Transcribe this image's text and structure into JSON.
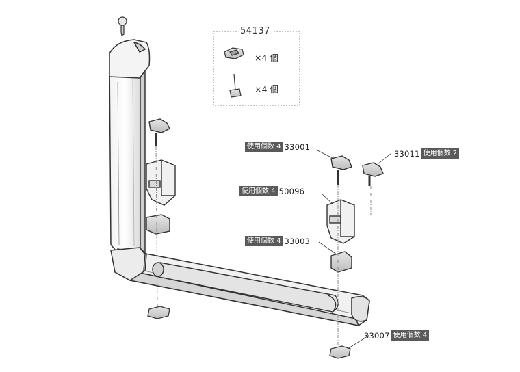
{
  "kit": {
    "part_number": "54137",
    "items": [
      {
        "part": "t-nut",
        "qty_text": "×4 個"
      },
      {
        "part": "t-bolt",
        "qty_text": "×4 個"
      }
    ]
  },
  "callouts": {
    "c33001": {
      "badge": "使用個数 4",
      "part_number": "33001"
    },
    "c50096": {
      "badge": "使用個数 4",
      "part_number": "50096"
    },
    "c33003": {
      "badge": "使用個数 4",
      "part_number": "33003"
    },
    "c33011": {
      "part_number": "33011",
      "badge": "使用個数 2"
    },
    "c33007": {
      "part_number": "33007",
      "badge": "使用個数 4"
    }
  },
  "colors": {
    "line": "#333333",
    "badge_bg": "#5a5a5a",
    "pad": "#cfcfcf",
    "dash": "#888888"
  }
}
